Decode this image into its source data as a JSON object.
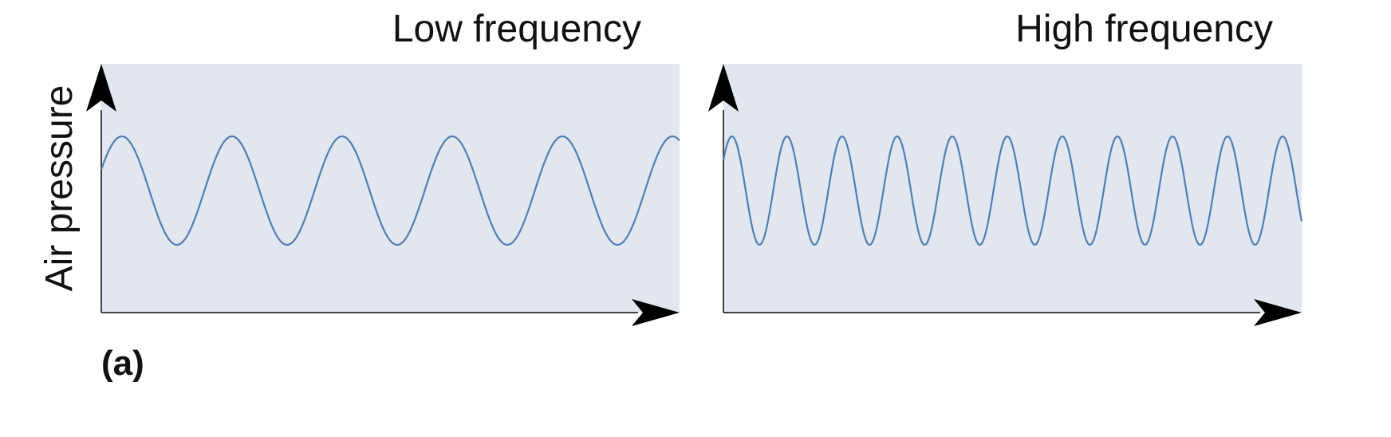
{
  "figure": {
    "part_label": "(a)",
    "ylabel": "Air pressure",
    "plot_background": "#e1e6ef",
    "wave_color": "#4f7fb4",
    "panels": [
      {
        "title": "Low frequency",
        "cycles_shown": 5.25
      },
      {
        "title": "High frequency",
        "cycles_shown": 10.5
      }
    ]
  }
}
